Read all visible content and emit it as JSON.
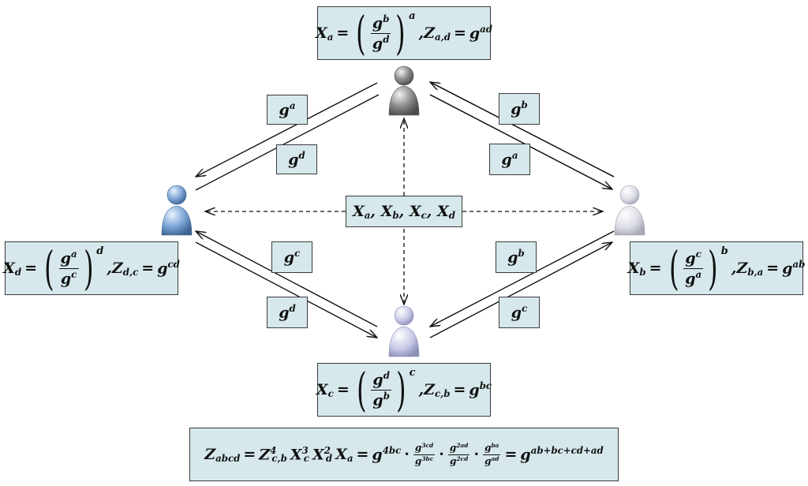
{
  "nodes": {
    "a": {
      "color": "#8a8a8a"
    },
    "b": {
      "color": "#dcdde6"
    },
    "c": {
      "color": "#c7c9e6"
    },
    "d": {
      "color": "#7ea6d6"
    }
  },
  "shared": {
    "label": "X_a, X_b, X_c, X_d"
  },
  "messages": {
    "ga_top_left": "g^a",
    "gd_top_left": "g^d",
    "gb_top_right": "g^b",
    "ga_top_right": "g^a",
    "gc_bottom_left": "g^c",
    "gd_bottom_left": "g^d",
    "gb_bottom_right": "g^b",
    "gc_bottom_right": "g^c"
  },
  "equations": {
    "a": "X_a = (g^b / g^d)^a , Z_{a,d} = g^{ad}",
    "b": "X_b = (g^c / g^a)^b , Z_{b,a} = g^{ab}",
    "c": "X_c = (g^d / g^b)^c , Z_{c,b} = g^{bc}",
    "d": "X_d = (g^a / g^c)^d , Z_{d,c} = g^{cd}",
    "final": "Z_abcd = Z^4_{c,b} X^3_c X^2_d X_a = g^{4bc} · g^{3cd}/g^{3bc} · g^{2ad}/g^{2cd} · g^{ba}/g^{ad} = g^{ab+bc+cd+ad}"
  }
}
